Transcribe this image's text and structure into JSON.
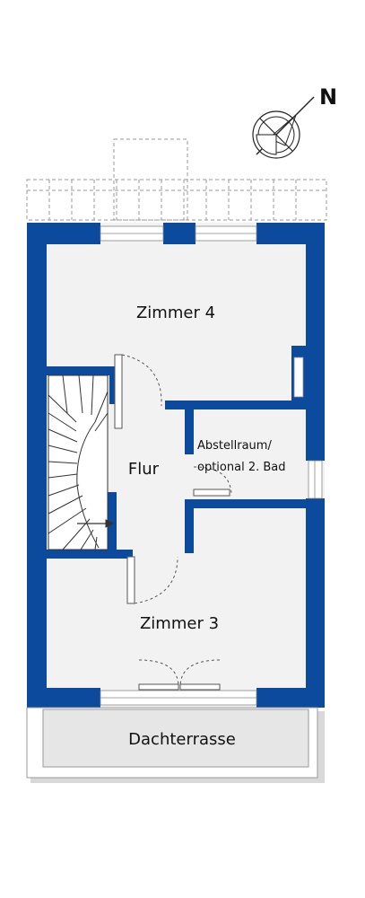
{
  "plan": {
    "wall_color": "#0b4a9c",
    "floor_color": "#f2f2f2",
    "compass": {
      "letter": "N"
    },
    "rooms": {
      "zimmer4": "Zimmer 4",
      "flur": "Flur",
      "abstellraum_line1": "Abstellraum/",
      "abstellraum_line2": "optional 2. Bad",
      "zimmer3": "Zimmer 3",
      "dachterrasse": "Dachterrasse"
    }
  }
}
